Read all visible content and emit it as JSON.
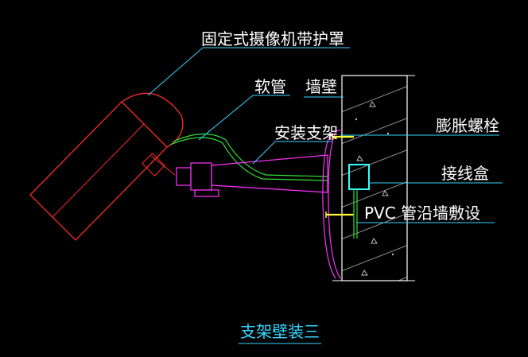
{
  "labels": {
    "camera": "固定式摄像机带护罩",
    "hose": "软管",
    "wall": "墙壁",
    "bracket": "安装支架",
    "bolt": "膨胀螺栓",
    "junction_box": "接线盒",
    "pvc": "PVC 管沿墙敷设"
  },
  "caption": "支架壁装三",
  "colors": {
    "background": "#000000",
    "camera": "#ff2a2a",
    "hose": "#33e033",
    "bracket": "#ff33ff",
    "leader": "#33d6ff",
    "wall": "#ffffff",
    "hatch": "#8a8a8a",
    "junction_box": "#33ffff",
    "bolt": "#ffff33"
  }
}
